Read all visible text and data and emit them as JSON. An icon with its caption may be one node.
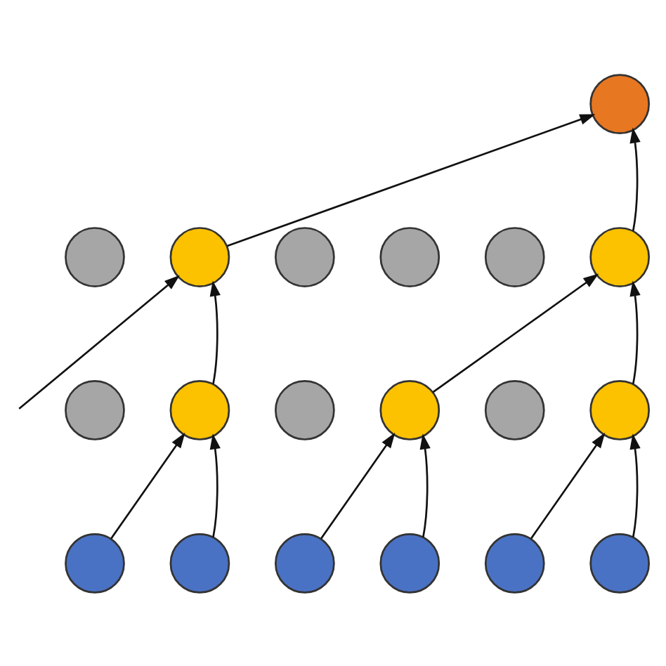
{
  "diagram": {
    "nodes": [
      {
        "text": [],
        "shape": "circle"
      },
      {
        "text": [],
        "shape": "circle"
      },
      {
        "text": [],
        "shape": "circle"
      },
      {
        "text": [],
        "shape": "circle"
      },
      {
        "text": [],
        "shape": "circle"
      },
      {
        "text": [],
        "shape": "circle"
      },
      {
        "text": [],
        "shape": "circle"
      },
      {
        "text": [],
        "shape": "circle"
      },
      {
        "text": [],
        "shape": "circle"
      },
      {
        "text": [],
        "shape": "circle"
      },
      {
        "text": [],
        "shape": "circle"
      },
      {
        "text": [],
        "shape": "circle"
      },
      {
        "text": [],
        "shape": "circle"
      },
      {
        "text": [],
        "shape": "circle"
      },
      {
        "text": [],
        "shape": "circle"
      },
      {
        "text": [],
        "shape": "circle"
      },
      {
        "text": [],
        "shape": "circle"
      },
      {
        "text": [],
        "shape": "circle"
      },
      {
        "text": [],
        "shape": "circle"
      }
    ],
    "edges": [
      {
        "from": null,
        "to": 2,
        "arrow": "to"
      },
      {
        "from": 2,
        "to": 0,
        "arrow": "to"
      },
      {
        "from": 6,
        "to": 0,
        "arrow": "to"
      },
      {
        "from": 8,
        "to": 2,
        "arrow": "to"
      },
      {
        "from": 10,
        "to": 6,
        "arrow": "to"
      },
      {
        "from": 12,
        "to": 6,
        "arrow": "to"
      },
      {
        "from": 13,
        "to": 8,
        "arrow": "to"
      },
      {
        "from": 14,
        "to": 8,
        "arrow": "to"
      },
      {
        "from": 15,
        "to": 10,
        "arrow": "to"
      },
      {
        "from": 16,
        "to": 10,
        "arrow": "to"
      },
      {
        "from": 17,
        "to": 12,
        "arrow": "to"
      },
      {
        "from": 18,
        "to": 12,
        "arrow": "to"
      }
    ]
  }
}
